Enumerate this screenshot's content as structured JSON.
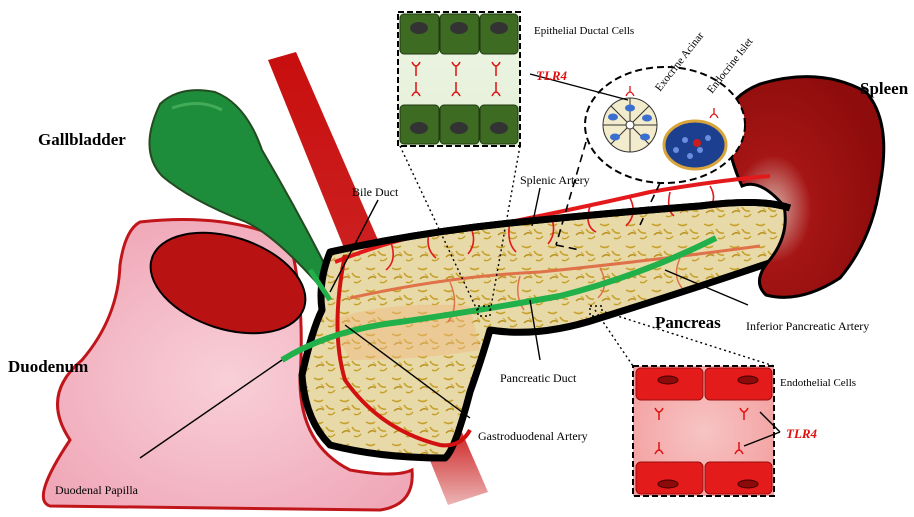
{
  "labels": {
    "gallbladder": "Gallbladder",
    "spleen": "Spleen",
    "duodenum": "Duodenum",
    "pancreas": "Pancreas",
    "bile_duct": "Bile Duct",
    "splenic_artery": "Splenic Artery",
    "epithelial_ductal_cells": "Epithelial Ductal Cells",
    "tlr4_top": "TLR4",
    "exocrine_acinar": "Exocrine Acinar",
    "endocrine_islet": "Endocrine Islet",
    "inferior_pancreatic_artery": "Inferior Pancreatic Artery",
    "pancreatic_duct": "Pancreatic Duct",
    "gastroduodenal_artery": "Gastroduodenal Artery",
    "duodenal_papilla": "Duodenal Papilla",
    "endothelial_cells": "Endothelial Cells",
    "tlr4_bottom": "TLR4"
  },
  "colors": {
    "gallbladder": "#1f8a3a",
    "spleen": "#a50f0f",
    "duodenum": "#f5c6d0",
    "pancreas": "#e6d6a0",
    "artery": "#e3191c",
    "duct": "#22b04a",
    "ductal_cell": "#3e6b22",
    "endothelial_cell": "#e41b1b",
    "tlr4": "#e01010"
  }
}
